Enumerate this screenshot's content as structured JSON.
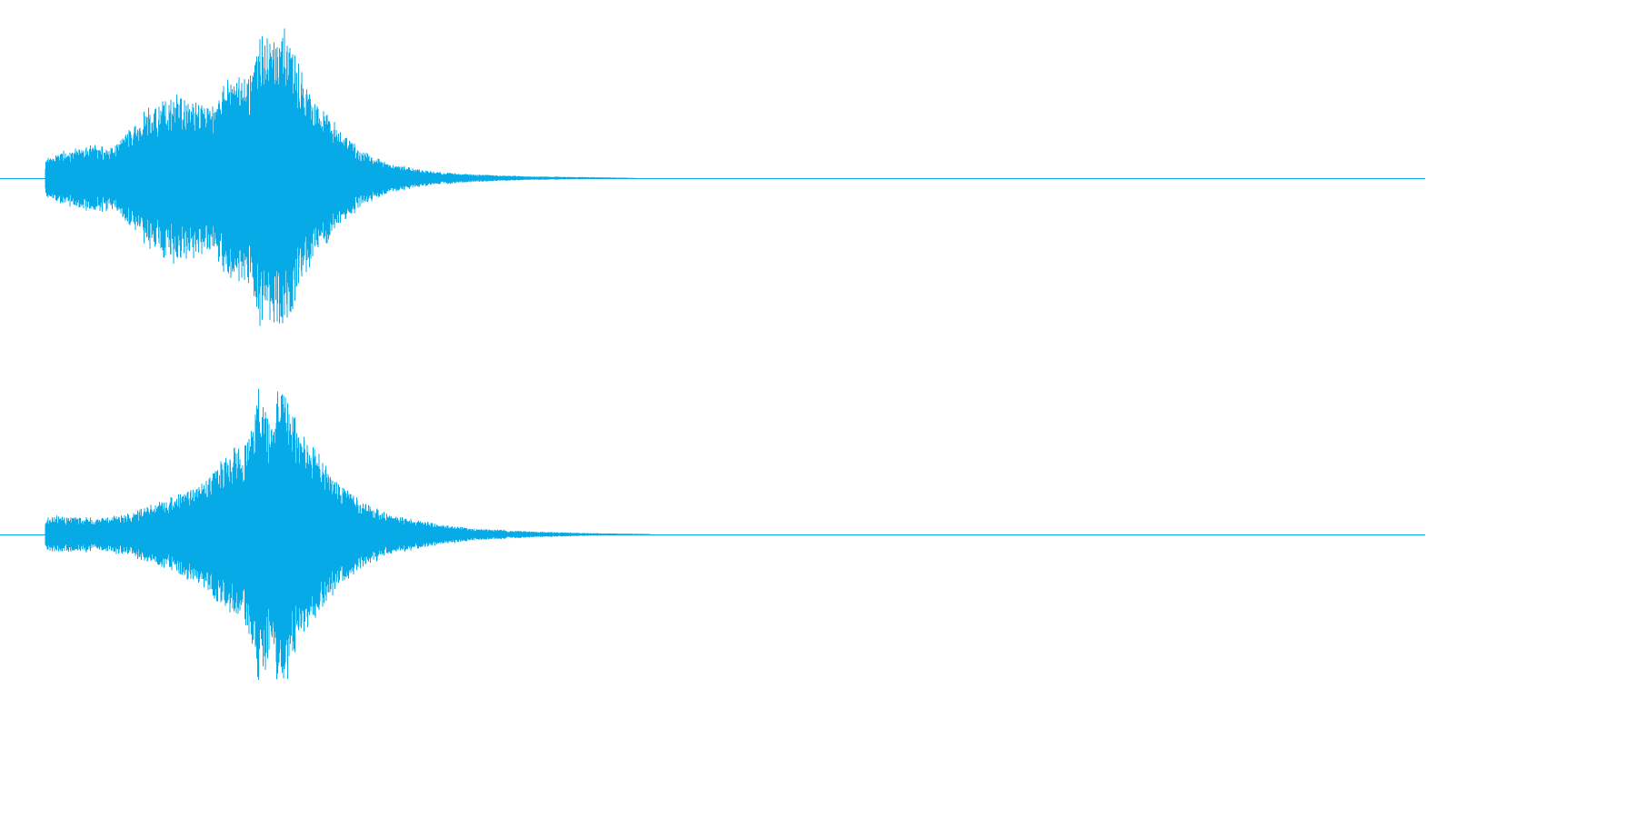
{
  "view": {
    "type": "stereo-waveform",
    "wave_color": "#05aae6",
    "background_color": "#ffffff"
  },
  "channels": [
    {
      "id": "left",
      "envelope": [
        [
          0.0,
          0.12
        ],
        [
          0.012,
          0.17
        ],
        [
          0.035,
          0.22
        ],
        [
          0.05,
          0.2
        ],
        [
          0.06,
          0.3
        ],
        [
          0.075,
          0.45
        ],
        [
          0.095,
          0.53
        ],
        [
          0.112,
          0.5
        ],
        [
          0.123,
          0.48
        ],
        [
          0.13,
          0.65
        ],
        [
          0.14,
          0.68
        ],
        [
          0.15,
          0.7
        ],
        [
          0.155,
          0.95
        ],
        [
          0.16,
          0.86
        ],
        [
          0.165,
          1.0
        ],
        [
          0.172,
          0.93
        ],
        [
          0.18,
          0.85
        ],
        [
          0.19,
          0.6
        ],
        [
          0.2,
          0.45
        ],
        [
          0.215,
          0.3
        ],
        [
          0.23,
          0.18
        ],
        [
          0.25,
          0.09
        ],
        [
          0.28,
          0.045
        ],
        [
          0.31,
          0.025
        ],
        [
          0.35,
          0.012
        ],
        [
          0.4,
          0.006
        ],
        [
          0.42,
          0.003
        ],
        [
          0.43,
          0.0
        ]
      ]
    },
    {
      "id": "right",
      "envelope": [
        [
          0.0,
          0.1
        ],
        [
          0.008,
          0.12
        ],
        [
          0.04,
          0.11
        ],
        [
          0.06,
          0.14
        ],
        [
          0.08,
          0.2
        ],
        [
          0.1,
          0.28
        ],
        [
          0.115,
          0.35
        ],
        [
          0.125,
          0.45
        ],
        [
          0.135,
          0.55
        ],
        [
          0.145,
          0.6
        ],
        [
          0.155,
          0.93
        ],
        [
          0.163,
          0.82
        ],
        [
          0.17,
          1.0
        ],
        [
          0.178,
          0.88
        ],
        [
          0.185,
          0.68
        ],
        [
          0.2,
          0.5
        ],
        [
          0.215,
          0.32
        ],
        [
          0.23,
          0.21
        ],
        [
          0.25,
          0.13
        ],
        [
          0.28,
          0.075
        ],
        [
          0.31,
          0.04
        ],
        [
          0.35,
          0.02
        ],
        [
          0.4,
          0.008
        ],
        [
          0.437,
          0.003
        ],
        [
          0.44,
          0.0
        ]
      ]
    }
  ]
}
